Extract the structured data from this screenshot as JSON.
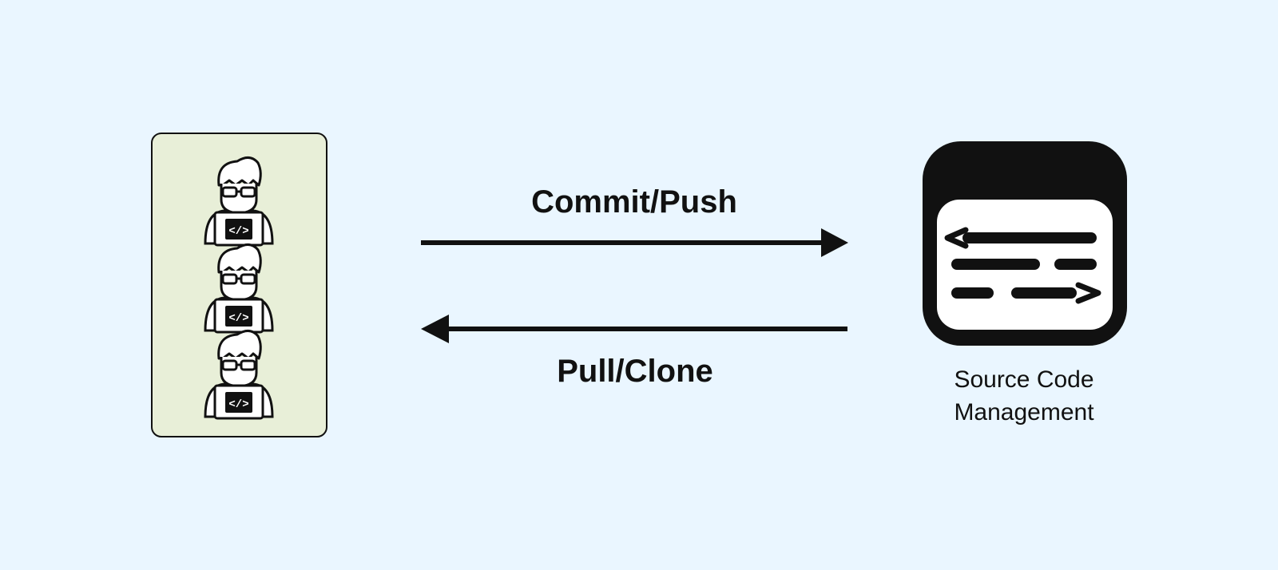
{
  "diagram": {
    "push_label": "Commit/Push",
    "pull_label": "Pull/Clone",
    "scm_label_line1": "Source Code",
    "scm_label_line2": "Management",
    "developer_icon_glyph": "</>",
    "icons": {
      "developer": "developer-with-laptop-icon",
      "scm": "code-window-icon"
    }
  },
  "colors": {
    "background": "#eaf6ff",
    "developer_panel_fill": "#e8efd8",
    "ink": "#111111",
    "window_white": "#ffffff"
  }
}
